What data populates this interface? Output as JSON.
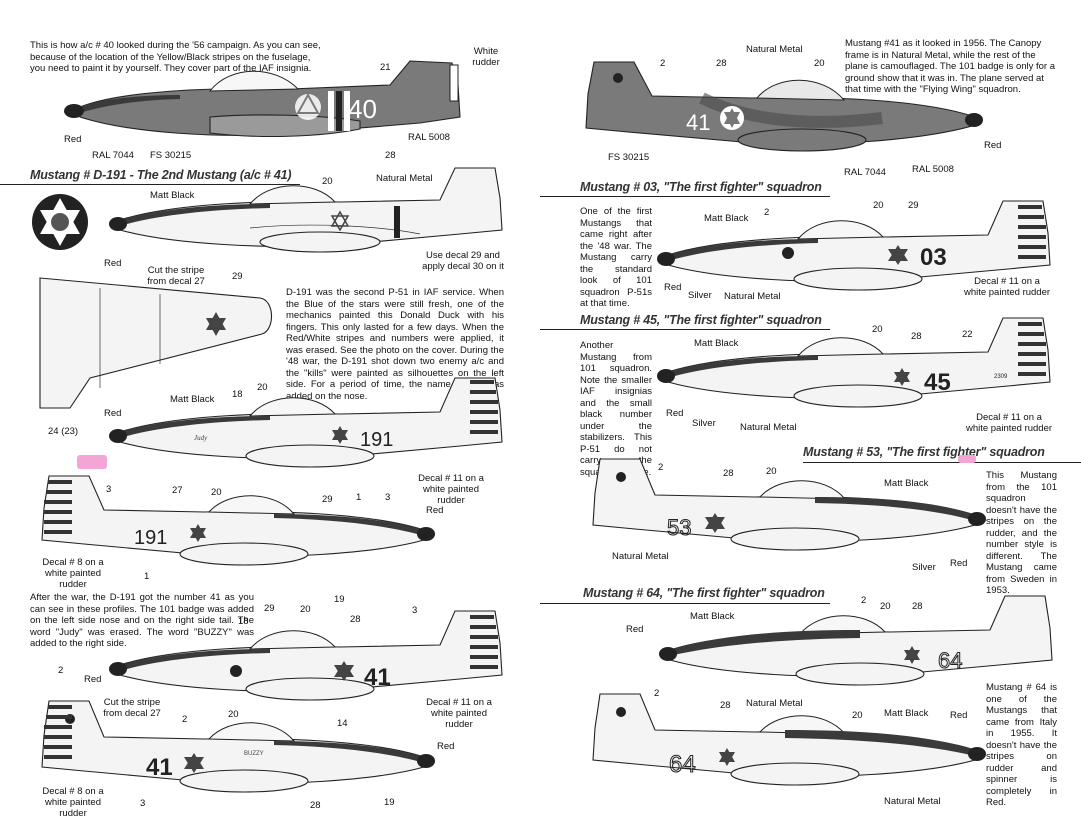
{
  "texts": {
    "intro": "This is how a/c # 40 looked during the '56 campaign. As you can see, because of the location of the Yellow/Black stripes on the fuselage, you need to paint it by yourself. They cover part of the IAF insignia.",
    "d191_desc": "D-191 was the second P-51 in IAF service. When the Blue of the stars were still fresh, one of the mechanics painted this Donald Duck with his fingers. This only lasted for a few days. When the Red/White stripes and numbers were applied, it was erased. See the photo on the cover. During the '48 war, the D-191 shot down two enemy a/c and the \"kills\" were painted as silhouettes on the left side. For a period of time, the name \"Judy\" was added on the nose.",
    "after_war": "After the war, the D-191 got the number 41 as you can see in these profiles. The 101 badge was added on the left side nose and on the right side tail. The word \"Judy\" was erased. The word \"BUZZY\" was added to the right side.",
    "m41_desc": "Mustang #41 as it looked in 1956. The Canopy frame is in Natural Metal, while the rest of the plane is camouflaged. The 101 badge is only for a ground show that it was in. The plane served at that time with the \"Flying Wing\" squadron.",
    "m03_desc": "One of the first Mustangs that came right after the '48 war. The Mustang carry the standard look of 101 squadron P-51s at that time.",
    "m45_desc": "Another Mustang from 101 squadron. Note the smaller IAF insignias and the small black number under the stabilizers. This P-51 do not carry the squadron badge.",
    "m53_desc": "This Mustang from the 101 squadron doesn't have the stripes on the rudder, and the number style is different. The Mustang came from Sweden in 1953.",
    "m64_desc": "Mustang # 64 is one of the Mustangs that came from Italy in 1955. It doesn't have the stripes on rudder and spinner is completely in Red."
  },
  "headings": {
    "d191": "Mustang # D-191 - The 2nd Mustang (a/c # 41)",
    "m03": "Mustang # 03, \"The first fighter\" squadron",
    "m45": "Mustang # 45, \"The first fighter\" squadron",
    "m53": "Mustang # 53, \"The first fighter\" squadron",
    "m64": "Mustang # 64, \"The first fighter\" squadron"
  },
  "labels": {
    "white_rudder": "White rudder",
    "red": "Red",
    "ral7044": "RAL 7044",
    "fs30215": "FS 30215",
    "ral5008": "RAL 5008",
    "matt_black": "Matt Black",
    "natural_metal": "Natural Metal",
    "silver": "Silver",
    "cut_stripe": "Cut the stripe from decal 27",
    "use_decal": "Use decal 29 and apply decal 30 on it",
    "decal11": "Decal # 11 on a white painted rudder",
    "decal8": "Decal # 8 on a white painted rudder",
    "wing_ref": "24 (23)"
  },
  "callouts": {
    "n2": "2",
    "n3": "3",
    "n14": "14",
    "n18": "18",
    "n19": "19",
    "n20": "20",
    "n21": "21",
    "n22": "22",
    "n27": "27",
    "n28": "28",
    "n29": "29",
    "n1": "1"
  },
  "markings": {
    "m40": "40",
    "m41": "41",
    "m03": "03",
    "m45": "45",
    "m53": "53",
    "m64": "64",
    "d191": "191",
    "buzzy": "BUZZY",
    "judy": "Judy",
    "serial45": "2309"
  },
  "colors": {
    "camo_grey": "#7a7a7a",
    "camo_dark": "#4a4a4a",
    "matt_black": "#222222",
    "natural_metal": "#f2f2f2",
    "highlight": "#f3a6d6"
  }
}
